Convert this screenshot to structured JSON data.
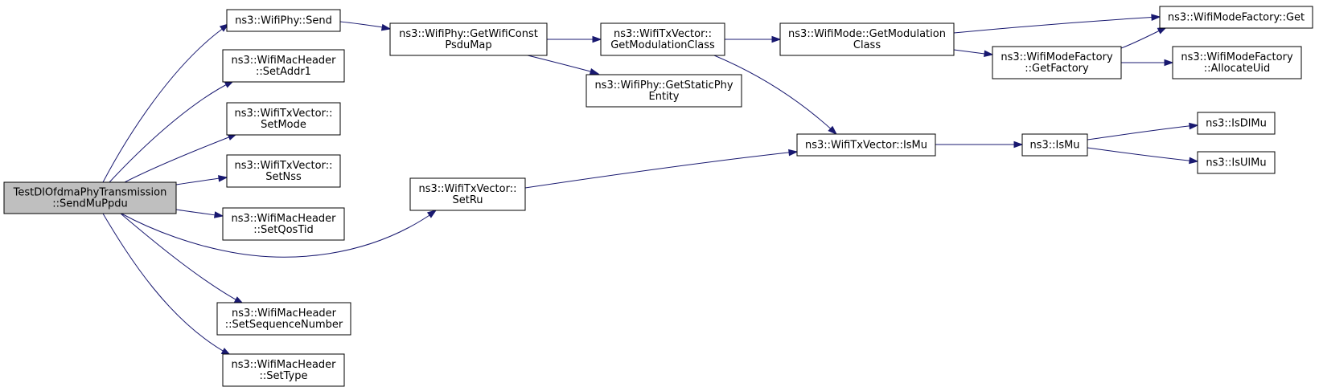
{
  "diagram": {
    "title": "",
    "nodes": [
      {
        "id": "root",
        "lines": [
          "TestDlOfdmaPhyTransmission",
          "::SendMuPpdu"
        ],
        "highlighted": true
      },
      {
        "id": "wifiphy-send",
        "lines": [
          "ns3::WifiPhy::Send"
        ]
      },
      {
        "id": "mac-setaddr1",
        "lines": [
          "ns3::WifiMacHeader",
          "::SetAddr1"
        ]
      },
      {
        "id": "tx-setmode",
        "lines": [
          "ns3::WifiTxVector::",
          "SetMode"
        ]
      },
      {
        "id": "tx-setnss",
        "lines": [
          "ns3::WifiTxVector::",
          "SetNss"
        ]
      },
      {
        "id": "mac-setqostid",
        "lines": [
          "ns3::WifiMacHeader",
          "::SetQosTid"
        ]
      },
      {
        "id": "mac-setseq",
        "lines": [
          "ns3::WifiMacHeader",
          "::SetSequenceNumber"
        ]
      },
      {
        "id": "mac-settype",
        "lines": [
          "ns3::WifiMacHeader",
          "::SetType"
        ]
      },
      {
        "id": "tx-setru",
        "lines": [
          "ns3::WifiTxVector::",
          "SetRu"
        ]
      },
      {
        "id": "getwificonst",
        "lines": [
          "ns3::WifiPhy::GetWifiConst",
          "PsduMap"
        ]
      },
      {
        "id": "tx-getmodclass",
        "lines": [
          "ns3::WifiTxVector::",
          "GetModulationClass"
        ]
      },
      {
        "id": "getstaticphy",
        "lines": [
          "ns3::WifiPhy::GetStaticPhy",
          "Entity"
        ]
      },
      {
        "id": "mode-getmodclass",
        "lines": [
          "ns3::WifiMode::GetModulation",
          "Class"
        ]
      },
      {
        "id": "tx-ismu",
        "lines": [
          "ns3::WifiTxVector::IsMu"
        ]
      },
      {
        "id": "factory-get",
        "lines": [
          "ns3::WifiModeFactory::Get"
        ]
      },
      {
        "id": "factory-getfactory",
        "lines": [
          "ns3::WifiModeFactory",
          "::GetFactory"
        ]
      },
      {
        "id": "factory-allocuid",
        "lines": [
          "ns3::WifiModeFactory",
          "::AllocateUid"
        ]
      },
      {
        "id": "ismu",
        "lines": [
          "ns3::IsMu"
        ]
      },
      {
        "id": "isdlmu",
        "lines": [
          "ns3::IsDlMu"
        ]
      },
      {
        "id": "isulmu",
        "lines": [
          "ns3::IsUlMu"
        ]
      }
    ],
    "edges": [
      {
        "from": "root",
        "to": "wifiphy-send"
      },
      {
        "from": "root",
        "to": "mac-setaddr1"
      },
      {
        "from": "root",
        "to": "tx-setmode"
      },
      {
        "from": "root",
        "to": "tx-setnss"
      },
      {
        "from": "root",
        "to": "mac-setqostid"
      },
      {
        "from": "root",
        "to": "tx-setru"
      },
      {
        "from": "root",
        "to": "mac-setseq"
      },
      {
        "from": "root",
        "to": "mac-settype"
      },
      {
        "from": "wifiphy-send",
        "to": "getwificonst"
      },
      {
        "from": "getwificonst",
        "to": "tx-getmodclass"
      },
      {
        "from": "getwificonst",
        "to": "getstaticphy"
      },
      {
        "from": "tx-getmodclass",
        "to": "mode-getmodclass"
      },
      {
        "from": "tx-getmodclass",
        "to": "tx-ismu"
      },
      {
        "from": "mode-getmodclass",
        "to": "factory-get"
      },
      {
        "from": "mode-getmodclass",
        "to": "factory-getfactory"
      },
      {
        "from": "factory-getfactory",
        "to": "factory-get"
      },
      {
        "from": "factory-getfactory",
        "to": "factory-allocuid"
      },
      {
        "from": "tx-setru",
        "to": "tx-ismu"
      },
      {
        "from": "tx-ismu",
        "to": "ismu"
      },
      {
        "from": "ismu",
        "to": "isdlmu"
      },
      {
        "from": "ismu",
        "to": "isulmu"
      }
    ],
    "colors": {
      "edge": "#191970",
      "root_fill": "#bfbfbf",
      "node_fill": "#ffffff",
      "node_border": "#000000"
    }
  }
}
